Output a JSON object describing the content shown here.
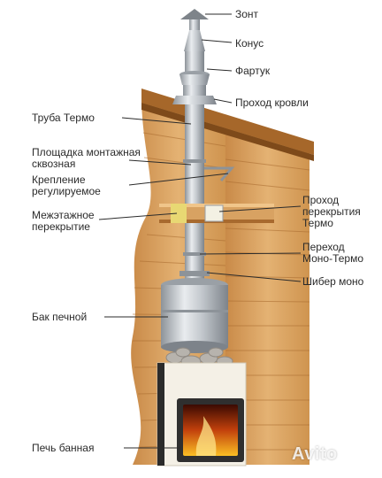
{
  "labels": {
    "zont": "Зонт",
    "konus": "Конус",
    "fartuk": "Фартук",
    "prokhod_krovli": "Проход кровли",
    "truba_termo": "Труба Термо",
    "ploshchadka_line1": "Площадка монтажная",
    "ploshchadka_line2": "сквозная",
    "kreplenie_line1": "Крепление",
    "kreplenie_line2": "регулируемое",
    "mezhetazhnoe_line1": "Межэтажное",
    "mezhetazhnoe_line2": "перекрытие",
    "prokhod_perekrytiya_line1": "Проход",
    "prokhod_perekrytiya_line2": "перекрытия",
    "prokhod_perekrytiya_line3": "Термо",
    "perekhod_line1": "Переход",
    "perekhod_line2": "Моно-Термо",
    "shiber": "Шибер моно",
    "bak": "Бак печной",
    "pech": "Печь банная"
  },
  "watermark": "Avito",
  "colors": {
    "wood_light": "#e8b877",
    "wood_mid": "#d49a55",
    "wood_dark": "#b07436",
    "steel": "#b9bec3",
    "leader": "#2b2b2b"
  }
}
